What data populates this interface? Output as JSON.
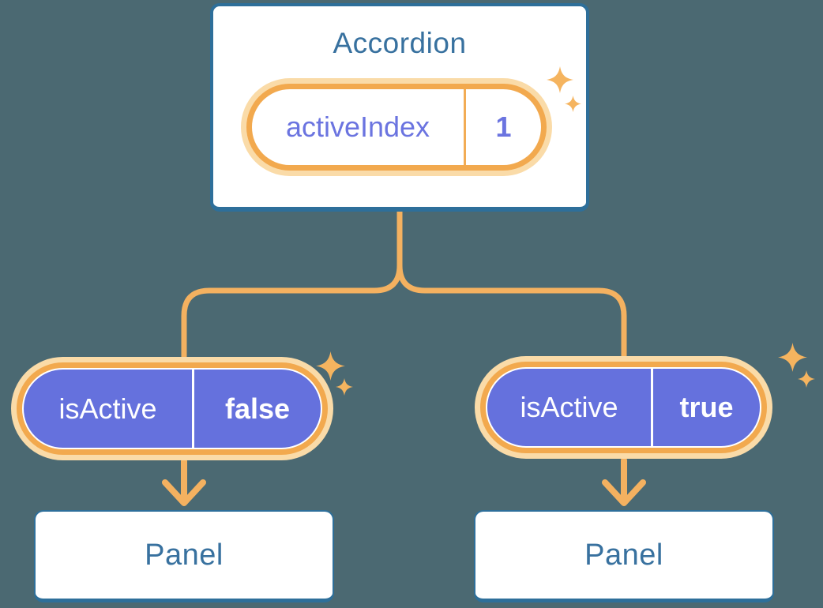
{
  "diagram": {
    "accordion": {
      "title": "Accordion",
      "state": {
        "name": "activeIndex",
        "value": "1"
      }
    },
    "children": [
      {
        "prop": {
          "name": "isActive",
          "value": "false"
        },
        "panel_label": "Panel"
      },
      {
        "prop": {
          "name": "isActive",
          "value": "true"
        },
        "panel_label": "Panel"
      }
    ]
  },
  "icons": {
    "sparkle": "four-point-star"
  },
  "colors": {
    "bg": "#4B6972",
    "card-bg": "#FFFFFF",
    "card-border": "#2E6F9A",
    "heading-text": "#38719F",
    "purple-fill": "#6571DD",
    "purple-text": "#6B74E0",
    "pill-text-light": "#FFFFFF",
    "orange-strong": "#F2A94E",
    "orange-glow": "#FADBA8",
    "orange-line": "#F4B160",
    "orange-divider": "#F2AC55",
    "sparkle": "#F5B45F"
  }
}
